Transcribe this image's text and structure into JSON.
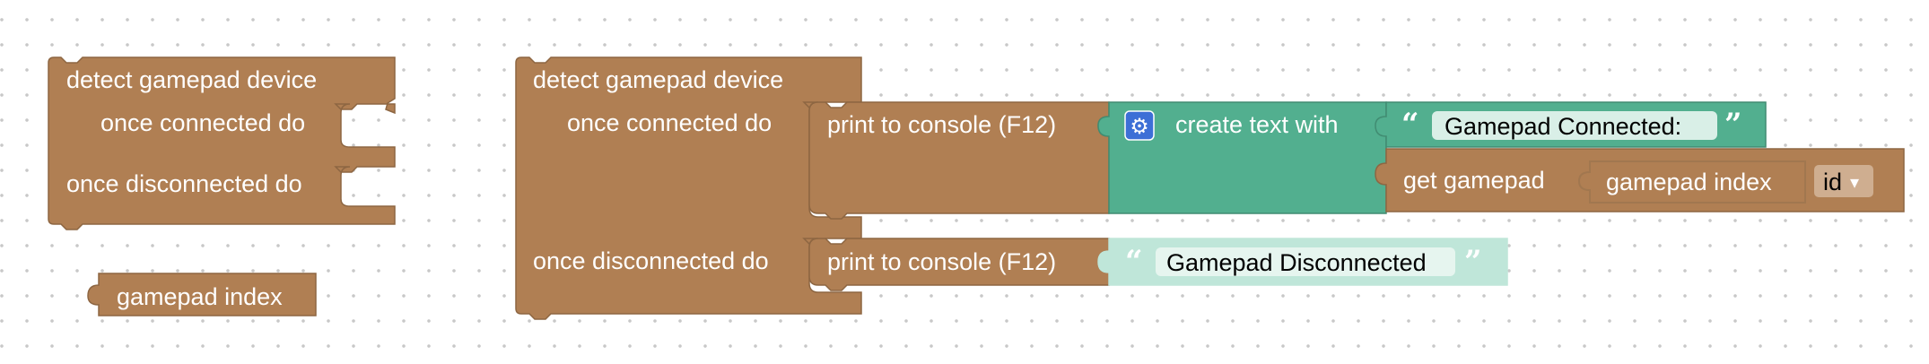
{
  "colors": {
    "event_block": "#b07f53",
    "event_block_dark": "#8d6642",
    "text_block": "#52af8f",
    "text_block_dark": "#418c72",
    "string_block_light": "#bfe6d9",
    "field_bg": "#ffffff",
    "mutator_icon": "#3d6fd6",
    "workspace_dots": "#c8c8c8"
  },
  "icons": {
    "mutator": "gear-icon",
    "open_quote": "left-double-quote-icon",
    "close_quote": "right-double-quote-icon",
    "dropdown": "triangle-down-icon"
  },
  "blocks": {
    "detect_left": {
      "title": "detect gamepad device",
      "connected_label": "once connected do",
      "disconnected_label": "once disconnected do"
    },
    "gamepad_index_left": {
      "label": "gamepad index"
    },
    "detect_main": {
      "title": "detect gamepad device",
      "connected_label": "once connected do",
      "disconnected_label": "once disconnected do"
    },
    "print_connected": {
      "label": "print to console (F12)"
    },
    "create_text": {
      "label": "create text with"
    },
    "string_connected": {
      "open_quote": "“",
      "value": "Gamepad Connected: ",
      "close_quote": "”"
    },
    "get_gamepad": {
      "label": "get gamepad"
    },
    "gamepad_index_inner": {
      "label": "gamepad index",
      "dropdown_value": "id",
      "dropdown_arrow": "▾"
    },
    "print_disconnected": {
      "label": "print to console (F12)"
    },
    "string_disconnected": {
      "open_quote": "“",
      "value": "Gamepad Disconnected",
      "close_quote": "”"
    }
  }
}
